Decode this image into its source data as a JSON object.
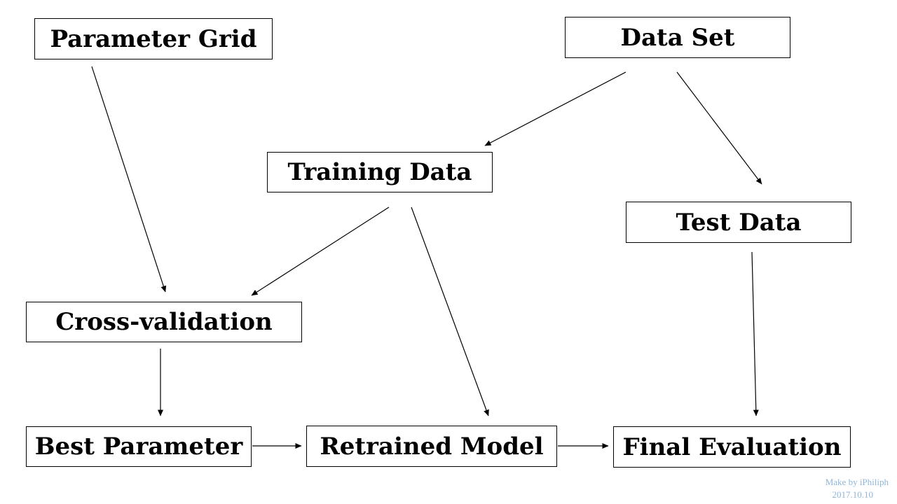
{
  "nodes": {
    "parameter_grid": "Parameter Grid",
    "data_set": "Data Set",
    "training_data": "Training Data",
    "test_data": "Test Data",
    "cross_validation": "Cross-validation",
    "best_parameter": "Best Parameter",
    "retrained_model": "Retrained Model",
    "final_evaluation": "Final Evaluation"
  },
  "credit": {
    "line1": "Make by iPhiliph",
    "line2": "2017.10.10",
    "color": "#8fb6db"
  }
}
